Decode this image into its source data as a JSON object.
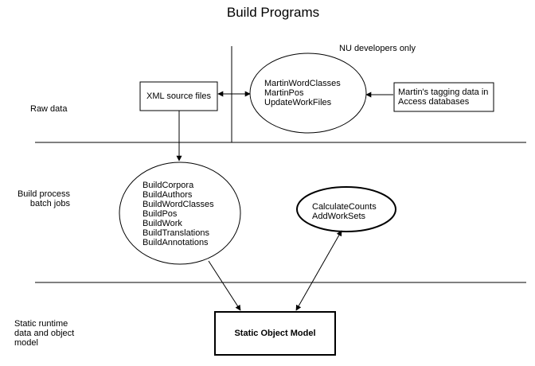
{
  "title": "Build Programs",
  "header_note": "NU developers only",
  "sections": {
    "raw": "Raw data",
    "build": "Build process\nbatch jobs",
    "static": "Static runtime\ndata and object\nmodel"
  },
  "nodes": {
    "xml": "XML source files",
    "martin_programs": "MartinWordClasses\nMartinPos\nUpdateWorkFiles",
    "access": "Martin's tagging data in\nAccess databases",
    "build_jobs": "BuildCorpora\nBuildAuthors\nBuildWordClasses\nBuildPos\nBuildWork\nBuildTranslations\nBuildAnnotations",
    "counts": "CalculateCounts\nAddWorkSets",
    "som": "Static Object Model"
  }
}
